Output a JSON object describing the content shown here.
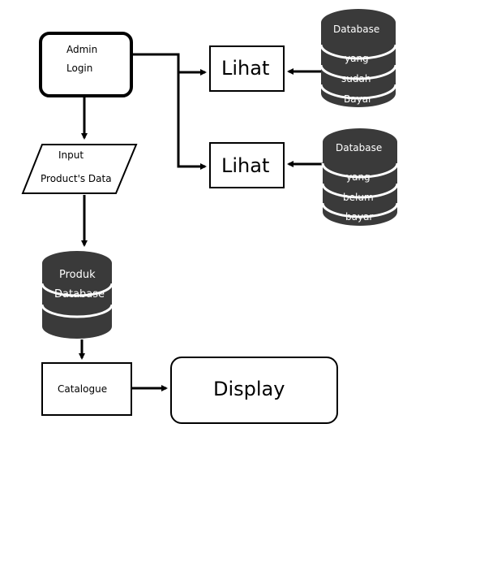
{
  "nodes": {
    "admin_login": [
      "Admin",
      "Login"
    ],
    "input_product": [
      "Input",
      "Product's Data"
    ],
    "produk_db": [
      "Produk",
      "Database"
    ],
    "catalogue": "Catalogue",
    "display": "Display",
    "lihat_1": "Lihat",
    "lihat_2": "Lihat",
    "db_sudah_bayar": [
      "Database",
      "yang",
      "sudah",
      "Bayar"
    ],
    "db_belum_bayar": [
      "Database",
      "yang",
      "belum",
      "bayar"
    ]
  },
  "colors": {
    "line": "#000000",
    "cylinder": "#3a3a3a",
    "cylinder_text": "#ffffff"
  }
}
